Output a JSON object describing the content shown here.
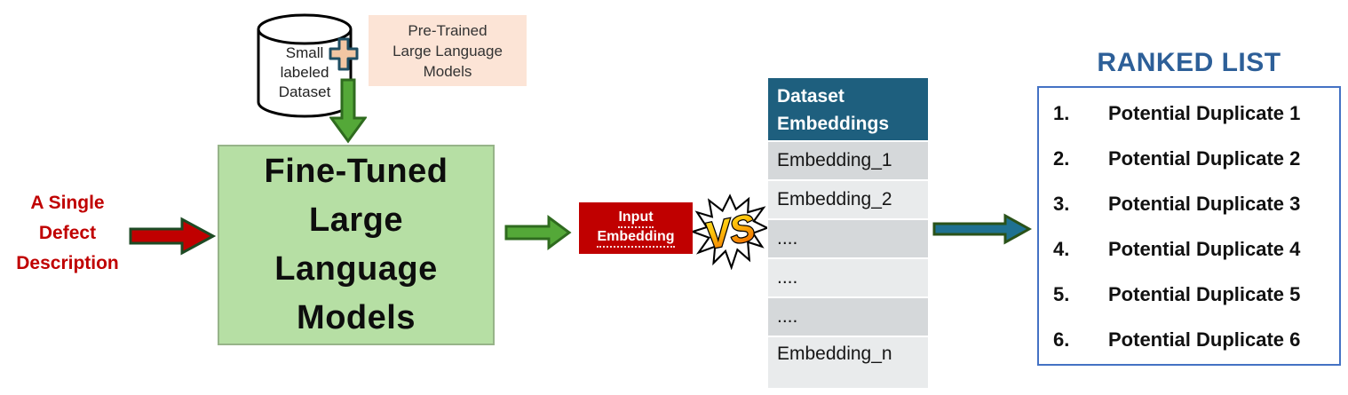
{
  "colors": {
    "accent_red": "#C00000",
    "arrow_green_fill": "#54A838",
    "arrow_green_outline": "#2F6B1F",
    "arrow_red_outline": "#1D4A24",
    "arrow_teal_fill": "#1F7191",
    "model_box_green": "#B6DFA4",
    "pretrained_peach": "#FCE4D6",
    "plus_fill": "#F2C6A3",
    "plus_outline": "#1F4E63",
    "table_header_teal": "#1E5F7E",
    "table_row_dark": "#D5D8DA",
    "table_row_light": "#E9EBEC",
    "ranked_title_blue": "#2D5F98",
    "ranked_border_blue": "#4472C4",
    "vs_yellow": "#FFD91E",
    "vs_orange": "#F07000"
  },
  "input": {
    "label": "A Single\nDefect\nDescription"
  },
  "training": {
    "dataset_cylinder": "Small\nlabeled\nDataset",
    "pretrained_box": "Pre-Trained\nLarge Language\nModels"
  },
  "model_box": {
    "label": "Fine-Tuned\nLarge\nLanguage\nModels"
  },
  "input_embedding": {
    "line1": "Input",
    "line2": "Embedding"
  },
  "vs_badge": {
    "label": "VS"
  },
  "embeddings_table": {
    "header": "Dataset\nEmbeddings",
    "rows": [
      "Embedding_1",
      "Embedding_2",
      "....",
      "....",
      "....",
      "Embedding_n"
    ]
  },
  "ranked_list": {
    "title": "RANKED LIST",
    "items": [
      {
        "rank": "1.",
        "label": "Potential Duplicate 1"
      },
      {
        "rank": "2.",
        "label": "Potential Duplicate 2"
      },
      {
        "rank": "3.",
        "label": "Potential Duplicate 3"
      },
      {
        "rank": "4.",
        "label": "Potential Duplicate 4"
      },
      {
        "rank": "5.",
        "label": "Potential Duplicate 5"
      },
      {
        "rank": "6.",
        "label": "Potential Duplicate 6"
      }
    ]
  }
}
